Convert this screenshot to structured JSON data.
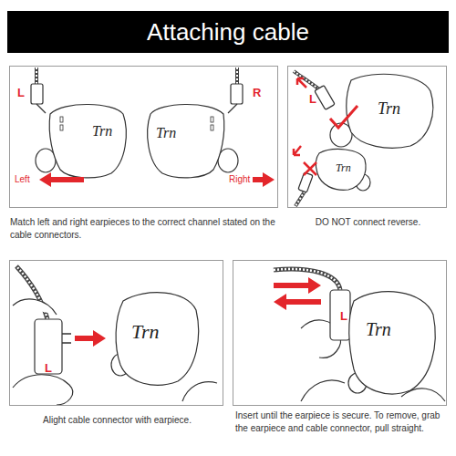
{
  "diagram": {
    "title": "Attaching cable",
    "nodes": [
      {
        "text": [
          "L",
          "R",
          "Trn",
          "Trn",
          "Left",
          "Right",
          "Match left and right earpieces to the correct channel stated on the cable connectors."
        ]
      },
      {
        "text": [
          "L",
          "Trn",
          "Trn",
          "DO NOT connect reverse."
        ]
      },
      {
        "text": [
          "L",
          "Trn",
          "Alight cable connector with earpiece."
        ]
      },
      {
        "text": [
          "L",
          "Trn",
          "Insert until the earpiece is secure. To remove, grab the earpiece and cable connector, pull straight."
        ]
      }
    ]
  }
}
